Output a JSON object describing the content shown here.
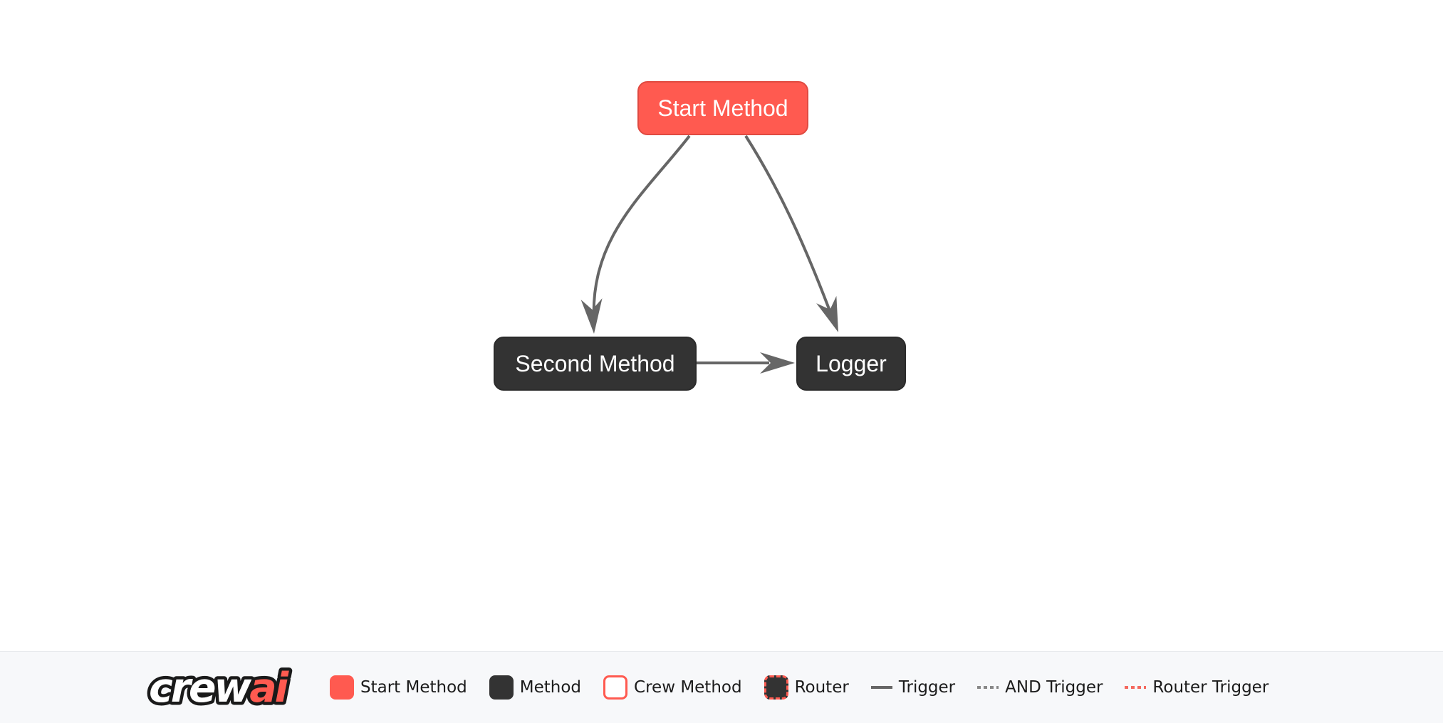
{
  "diagram": {
    "nodes": [
      {
        "id": "start_method",
        "label": "Start Method",
        "type": "start"
      },
      {
        "id": "second_method",
        "label": "Second Method",
        "type": "method"
      },
      {
        "id": "logger",
        "label": "Logger",
        "type": "method"
      }
    ],
    "edges": [
      {
        "from": "start_method",
        "to": "second_method",
        "type": "trigger"
      },
      {
        "from": "start_method",
        "to": "logger",
        "type": "trigger"
      },
      {
        "from": "second_method",
        "to": "logger",
        "type": "trigger"
      }
    ]
  },
  "legend": {
    "logo": {
      "part1": "crew",
      "part2": "ai"
    },
    "items": [
      {
        "label": "Start Method",
        "swatch": "start-node-swatch"
      },
      {
        "label": "Method",
        "swatch": "method-node-swatch"
      },
      {
        "label": "Crew Method",
        "swatch": "crew-node-swatch"
      },
      {
        "label": "Router",
        "swatch": "router-node-swatch"
      },
      {
        "label": "Trigger",
        "swatch": "solid-trigger-line"
      },
      {
        "label": "AND Trigger",
        "swatch": "and-trigger-dashed-line"
      },
      {
        "label": "Router Trigger",
        "swatch": "router-trigger-dashed-line"
      }
    ]
  },
  "colors": {
    "canvas-bg": "#FFFFFF",
    "start-fill": "#FF5A50",
    "start-border": "#E04A41",
    "method-fill": "#333333",
    "method-border": "#2B2B2B",
    "node-text": "#FFFFFF",
    "edge": "#666666",
    "and-trigger": "#888888",
    "router-trigger": "#F4685E",
    "legend-bg": "#F7F8FA",
    "legend-border": "#E8EAED",
    "legend-text": "#1B1B1B",
    "logo-outline": "#1A1A1A",
    "logo-crew": "#FFFFFF",
    "logo-ai": "#FF5A50"
  }
}
